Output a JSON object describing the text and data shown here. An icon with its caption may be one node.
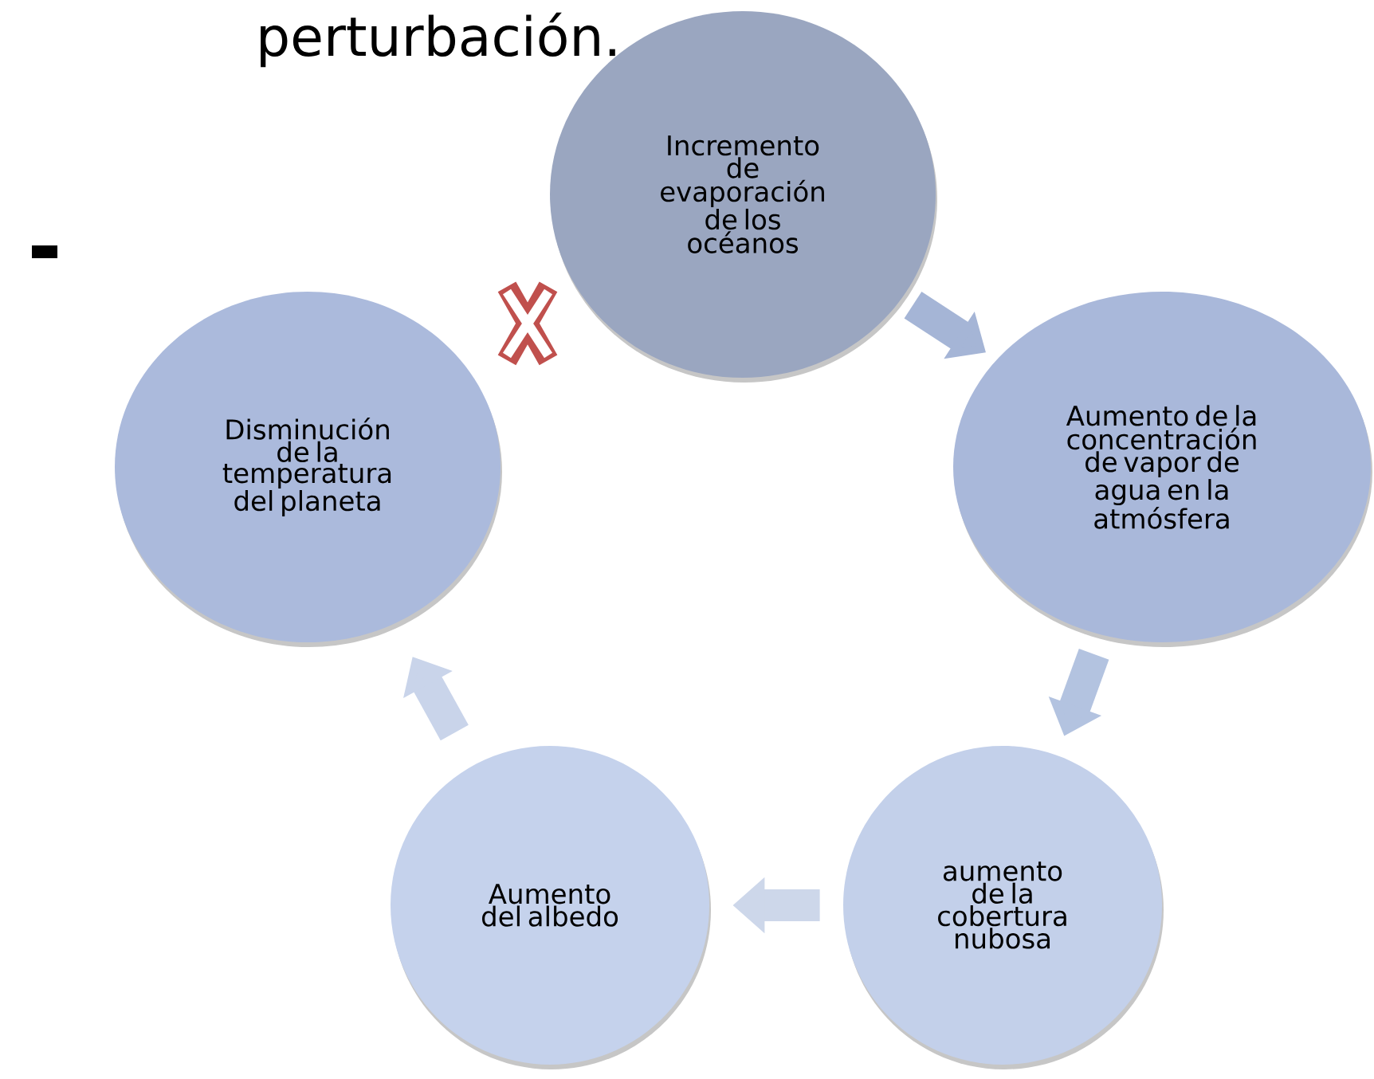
{
  "diagram": {
    "title": "perturbación.",
    "nodes": [
      {
        "text": [
          "Incremento de evaporación de los océanos"
        ]
      },
      {
        "text": [
          "Aumento de la concentración de vapor de agua en la atmósfera"
        ]
      },
      {
        "text": [
          "aumento de la cobertura nubosa"
        ]
      },
      {
        "text": [
          "Aumento del albedo"
        ]
      },
      {
        "text": [
          "Disminución de la temperatura del planeta"
        ]
      }
    ],
    "edges": [
      {
        "from": 0,
        "to": 1,
        "arrow": "to"
      },
      {
        "from": 1,
        "to": 2,
        "arrow": "to"
      },
      {
        "from": 2,
        "to": 3,
        "arrow": "to"
      },
      {
        "from": 3,
        "to": 4,
        "arrow": "to"
      }
    ]
  }
}
